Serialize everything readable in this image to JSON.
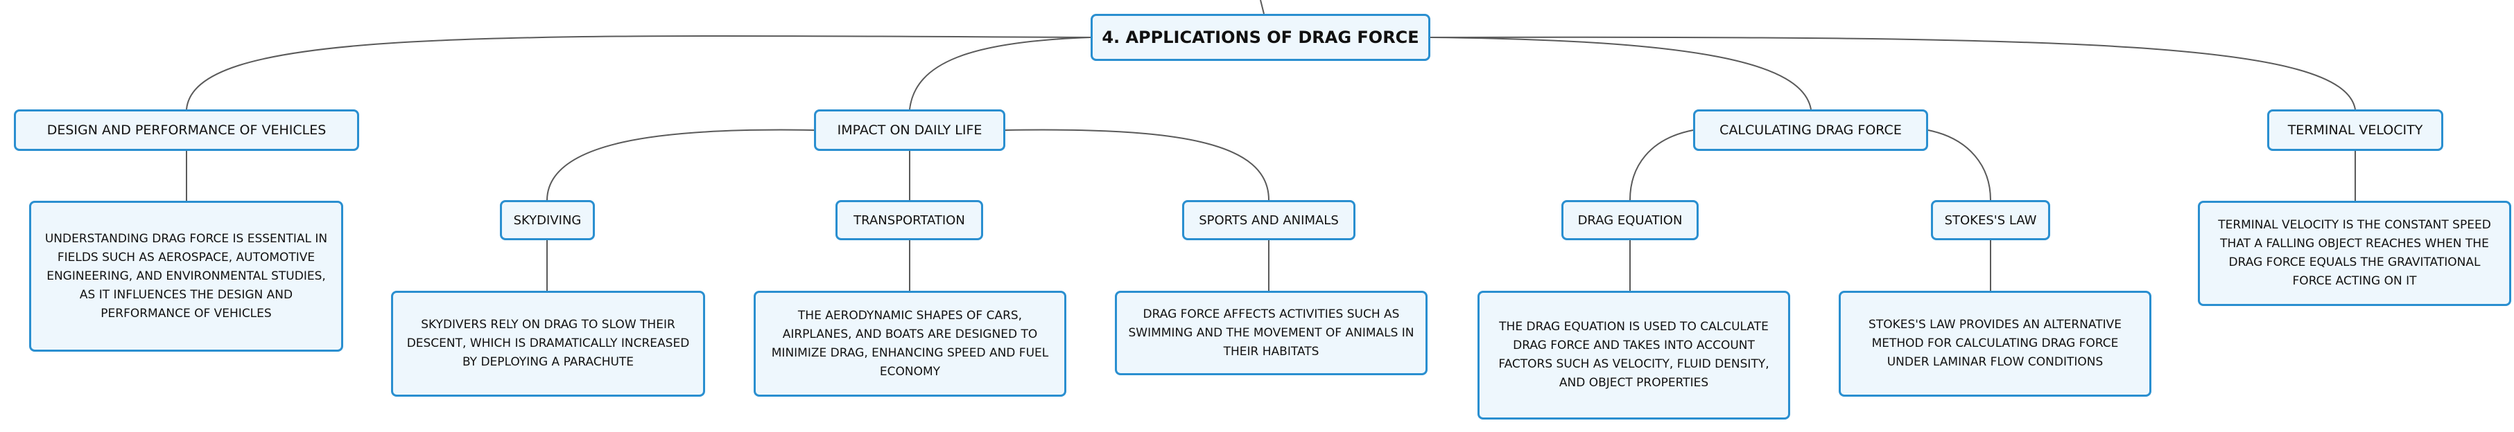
{
  "root": {
    "label": "4. APPLICATIONS OF DRAG FORCE"
  },
  "topics": {
    "design": {
      "label": "DESIGN AND PERFORMANCE OF VEHICLES"
    },
    "impact": {
      "label": "IMPACT ON DAILY LIFE"
    },
    "calculating": {
      "label": "CALCULATING DRAG FORCE"
    },
    "terminal": {
      "label": "TERMINAL VELOCITY"
    }
  },
  "subtopics": {
    "skydiving": {
      "label": "SKYDIVING"
    },
    "transportation": {
      "label": "TRANSPORTATION"
    },
    "sports": {
      "label": "SPORTS AND ANIMALS"
    },
    "drag_equation": {
      "label": "DRAG EQUATION"
    },
    "stokes": {
      "label": "STOKES'S LAW"
    }
  },
  "details": {
    "design": "UNDERSTANDING DRAG FORCE IS ESSENTIAL IN FIELDS SUCH AS AEROSPACE, AUTOMOTIVE ENGINEERING, AND ENVIRONMENTAL STUDIES, AS IT INFLUENCES THE DESIGN AND PERFORMANCE OF VEHICLES",
    "skydiving": "SKYDIVERS RELY ON DRAG TO SLOW THEIR DESCENT, WHICH IS DRAMATICALLY INCREASED BY DEPLOYING A PARACHUTE",
    "transportation": "THE AERODYNAMIC SHAPES OF CARS, AIRPLANES, AND BOATS ARE DESIGNED TO MINIMIZE DRAG, ENHANCING SPEED AND FUEL ECONOMY",
    "sports": "DRAG FORCE AFFECTS ACTIVITIES SUCH AS SWIMMING AND THE MOVEMENT OF ANIMALS IN THEIR HABITATS",
    "drag_equation": "THE DRAG EQUATION IS USED TO CALCULATE DRAG FORCE AND TAKES INTO ACCOUNT FACTORS SUCH AS VELOCITY, FLUID DENSITY, AND OBJECT PROPERTIES",
    "stokes": "STOKES'S LAW PROVIDES AN ALTERNATIVE METHOD FOR CALCULATING DRAG FORCE UNDER LAMINAR FLOW CONDITIONS",
    "terminal": "TERMINAL VELOCITY IS THE CONSTANT SPEED THAT A FALLING OBJECT REACHES WHEN THE DRAG FORCE EQUALS THE GRAVITATIONAL FORCE ACTING ON IT"
  },
  "colors": {
    "node_border": "#2a8fd0",
    "node_fill": "#eef7fd",
    "connector": "#5a5a5a"
  }
}
